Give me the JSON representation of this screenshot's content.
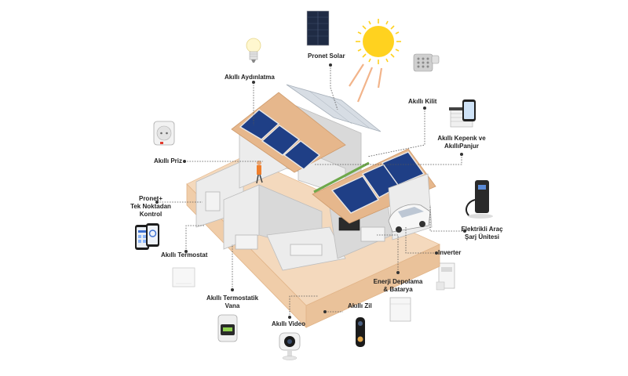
{
  "labels": {
    "solar": "Pronet Solar",
    "lighting": "Akıllı Aydınlatma",
    "lock": "Akıllı Kilit",
    "shutter_line1": "Akıllı Kepenk ve",
    "shutter_line2": "AkıllıPanjur",
    "socket": "Akıllı Priz",
    "control_line1": "Pronet+",
    "control_line2": "Tek Noktadan",
    "control_line3": "Kontrol",
    "ev_line1": "Elektrikli Araç",
    "ev_line2": "Şarj Ünitesi",
    "inverter": "Inverter",
    "thermostat": "Akıllı Termostat",
    "valve_line1": "Akıllı Termostatik",
    "valve_line2": "Vana",
    "storage_line1": "Enerji Depolama",
    "storage_line2": "& Batarya",
    "doorbell": "Akıllı Zil",
    "video": "Akıllı Video"
  },
  "colors": {
    "panel": "#1f3f86",
    "sun": "#ffd21f",
    "sun_rays": "#f2b48a",
    "floor": "#f4d9bd",
    "roof": "#e6b78c",
    "text": "#222222"
  }
}
